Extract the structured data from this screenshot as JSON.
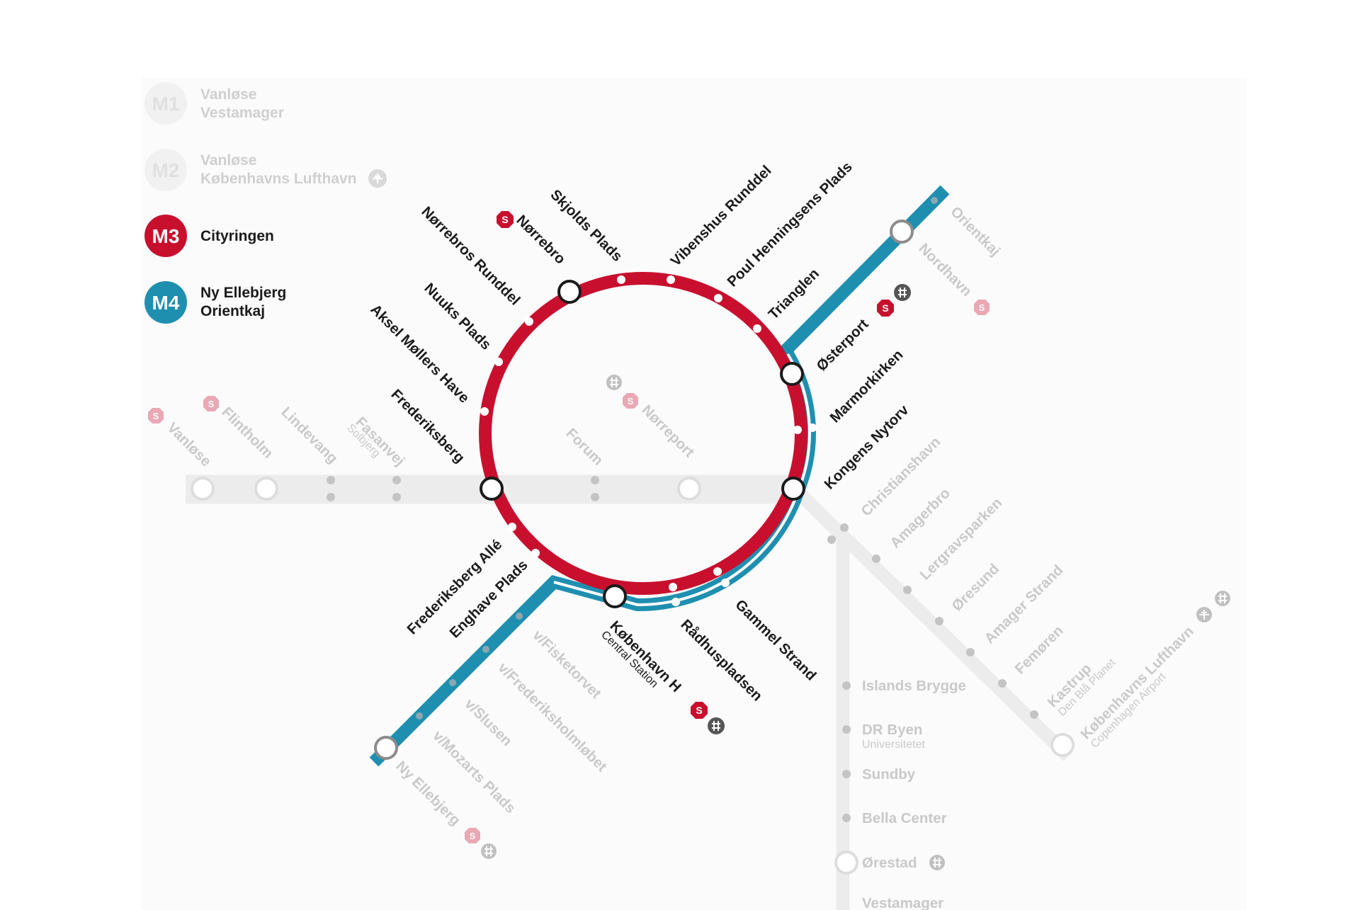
{
  "legend": [
    {
      "badge": "M1",
      "line1": "Vanløse",
      "line2": "Vestamager",
      "color": "#ececec",
      "active": false
    },
    {
      "badge": "M2",
      "line1": "Vanløse",
      "line2": "Københavns Lufthavn",
      "color": "#ececec",
      "active": false
    },
    {
      "badge": "M3",
      "line1": "Cityringen",
      "line2": "",
      "color": "#c8102e",
      "active": true
    },
    {
      "badge": "M4",
      "line1": "Ny Ellebjerg",
      "line2": "Orientkaj",
      "color": "#1f8fb0",
      "active": true
    }
  ],
  "colors": {
    "m3_red": "#c8102e",
    "m4_blue": "#1f8fb0",
    "inactive_grey": "#ececec",
    "faded_text": "#c9c9c9"
  },
  "ring_stations": [
    "Nørrebro",
    "Skjolds Plads",
    "Vibenshus Runddel",
    "Poul Henningsens Plads",
    "Trianglen",
    "Østerport",
    "Marmorkirken",
    "Kongens Nytorv",
    "Gammel Strand",
    "Rådhuspladsen",
    "København H",
    "Enghave Plads",
    "Frederiksberg Allé",
    "Frederiksberg",
    "Aksel Møllers Have",
    "Nuuks Plads",
    "Nørrebros Runddel"
  ],
  "kbh_h_sub": "Central Station",
  "m4_stations": [
    "Orientkaj",
    "Nordhavn",
    "v/Fisketorvet",
    "v/Frederiksholmløbet",
    "v/Slusen",
    "v/Mozarts Plads",
    "Ny Ellebjerg"
  ],
  "m1m2_west": [
    "Vanløse",
    "Flintholm",
    "Lindevang",
    "Fasanvej",
    "Forum",
    "Nørreport"
  ],
  "fasanvej_sub": "Solbjerg",
  "m2_east": [
    "Christianshavn",
    "Amagerbro",
    "Lergravsparken",
    "Øresund",
    "Amager Strand",
    "Femøren",
    "Kastrup",
    "Københavns Lufthavn"
  ],
  "kastrup_sub": "Den Blå Planet",
  "airport_sub": "Copenhagen Airport",
  "m1_south": [
    "Islands Brygge",
    "DR Byen",
    "Sundby",
    "Bella Center",
    "Ørestad",
    "Vestamager"
  ],
  "drbyen_sub": "Universitetet",
  "icons": {
    "s_train": "S",
    "regional_train": "regional-train-icon",
    "airport": "airplane-icon"
  }
}
